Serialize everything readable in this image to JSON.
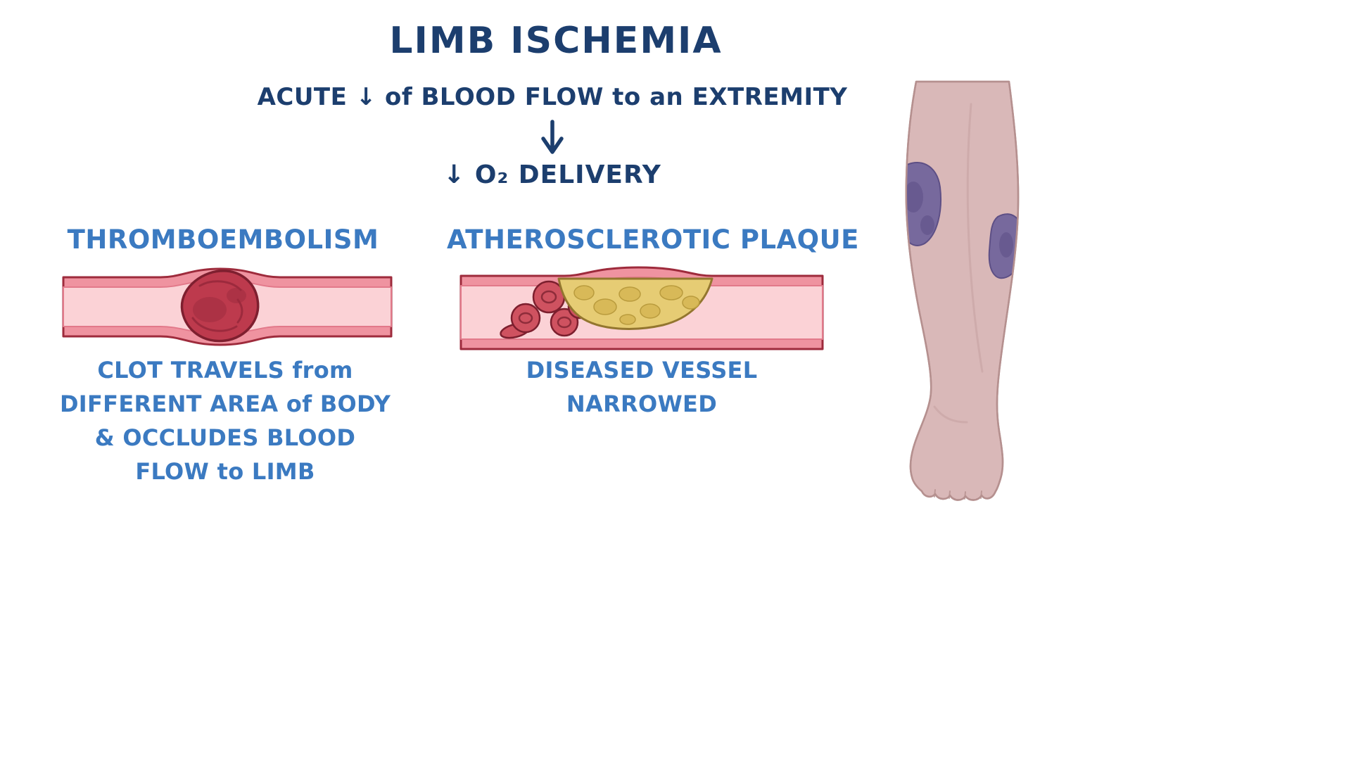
{
  "title": "LIMB ISCHEMIA",
  "flow": {
    "subtitle": "ACUTE ↓ of BLOOD FLOW to an EXTREMITY",
    "o2_delivery": "↓ O₂ DELIVERY"
  },
  "thromboembolism": {
    "heading": "THROMBOEMBOLISM",
    "figure": "blood-vessel-occluded-by-travelling-clot",
    "caption_lines": [
      "CLOT TRAVELS from",
      "DIFFERENT AREA of BODY",
      "& OCCLUDES BLOOD",
      "FLOW to LIMB"
    ]
  },
  "atherosclerosis": {
    "heading": "ATHEROSCLEROTIC PLAQUE",
    "figure": "blood-vessel-narrowed-by-plaque-with-red-blood-cells",
    "caption_lines": [
      "DISEASED VESSEL",
      "NARROWED"
    ]
  },
  "leg_figure": "ischemic-lower-leg-with-purple-mottling",
  "colors": {
    "title_navy": "#1c3e6e",
    "heading_blue": "#3b7ac1",
    "vessel_wall": "#ef93a0",
    "vessel_lumen": "#fbd2d6",
    "vessel_outline": "#9e2b3c",
    "clot_fill": "#bd3a4d",
    "clot_outline": "#7e1f2f",
    "plaque_fill": "#e6cc74",
    "plaque_outline": "#93762f",
    "rbc_fill": "#cf5260",
    "skin": "#d9b8b8",
    "skin_outline": "#b5908f",
    "ischemia_purple": "#77699d"
  }
}
